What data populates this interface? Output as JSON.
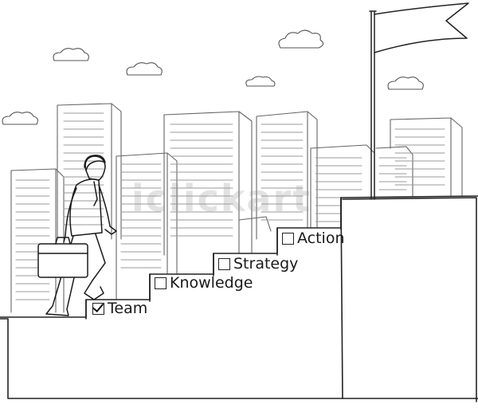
{
  "steps": [
    {
      "label": "Team",
      "checked": true
    },
    {
      "label": "Knowledge",
      "checked": false
    },
    {
      "label": "Strategy",
      "checked": false
    },
    {
      "label": "Action",
      "checked": false
    }
  ],
  "watermark": "iclickart",
  "colors": {
    "ink": "#1a1a1a",
    "background": "#ffffff"
  }
}
